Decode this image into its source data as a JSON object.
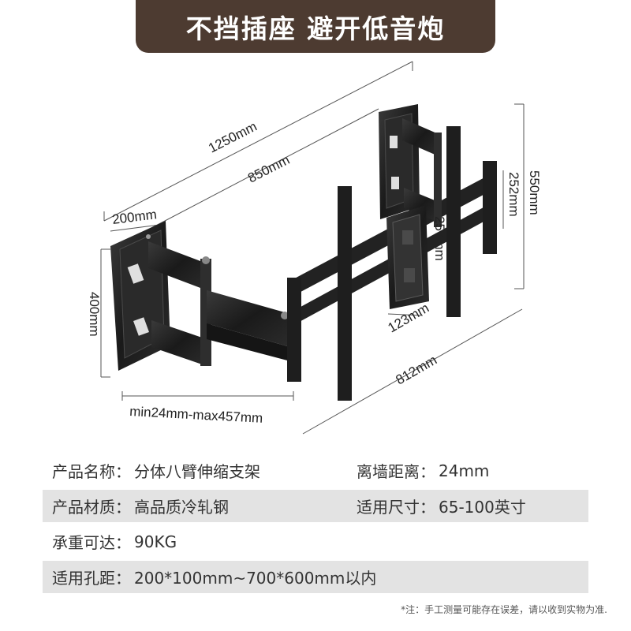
{
  "banner": {
    "title": "不挡插座 避开低音炮"
  },
  "diagram": {
    "dimensions": {
      "overall_width": "1250mm",
      "arm_reach": "850mm",
      "wall_plate_width": "200mm",
      "wall_plate_height": "400mm",
      "bracket_height": "550mm",
      "inner_height": "252mm",
      "plate_height": "257mm",
      "plate_width": "123mm",
      "rail_length": "812mm",
      "extension_range": "min24mm-max457mm"
    }
  },
  "specs": [
    {
      "left": {
        "key": "产品名称：",
        "value": "分体八臂伸缩支架"
      },
      "right": {
        "key": "离墙距离：",
        "value": "24mm"
      }
    },
    {
      "left": {
        "key": "产品材质：",
        "value": "高品质冷轧钢"
      },
      "right": {
        "key": "适用尺寸：",
        "value": "65-100英寸"
      }
    },
    {
      "left": {
        "key": "承重可达：",
        "value": "90KG"
      },
      "right": {
        "key": "",
        "value": ""
      }
    },
    {
      "left": {
        "key": "适用孔距：",
        "value": "200*100mm~700*600mm以内"
      },
      "right": {
        "key": "",
        "value": ""
      }
    }
  ],
  "note": "*注：手工测量可能存在误差，请以收到实物为准.",
  "colors": {
    "banner_bg": "#4d3b31",
    "row_shade": "#e3e3e3",
    "metal": "#1c1c1c"
  }
}
